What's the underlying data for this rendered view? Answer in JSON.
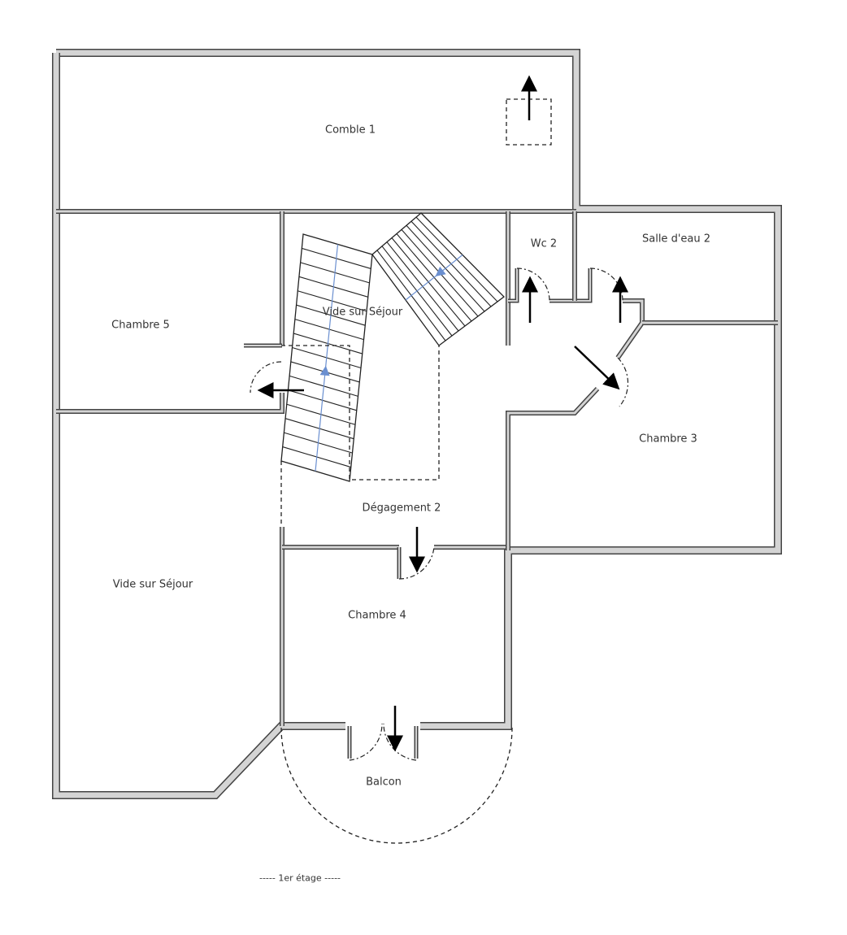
{
  "rooms": {
    "comble": "Comble 1",
    "chambre5": "Chambre 5",
    "vide_top": "Vide sur Séjour",
    "wc": "Wc 2",
    "salle_eau": "Salle d'eau 2",
    "chambre3": "Chambre 3",
    "degagement": "Dégagement 2",
    "vide_left": "Vide sur Séjour",
    "chambre4": "Chambre 4",
    "balcon": "Balcon"
  },
  "caption": "----- 1er étage -----",
  "colors": {
    "wall_fill": "#d4d4d4",
    "wall_edge": "#444444",
    "stair_arrow": "#6a8fd0"
  }
}
